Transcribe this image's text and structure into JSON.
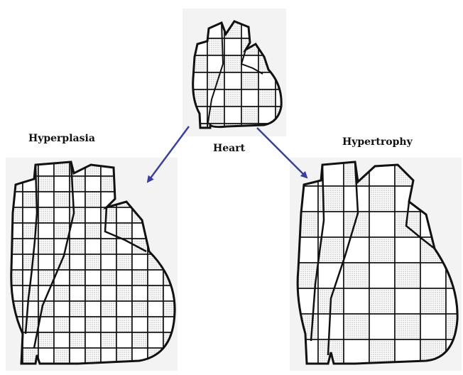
{
  "labels": {
    "center": "Heart",
    "left": "Hyperplasia",
    "right": "Hypertrophy"
  },
  "colors": {
    "outline": "#111111",
    "stipple": "#8a8a8a",
    "arrow": "#3c3f9c",
    "panel": "#f3f3f3"
  }
}
